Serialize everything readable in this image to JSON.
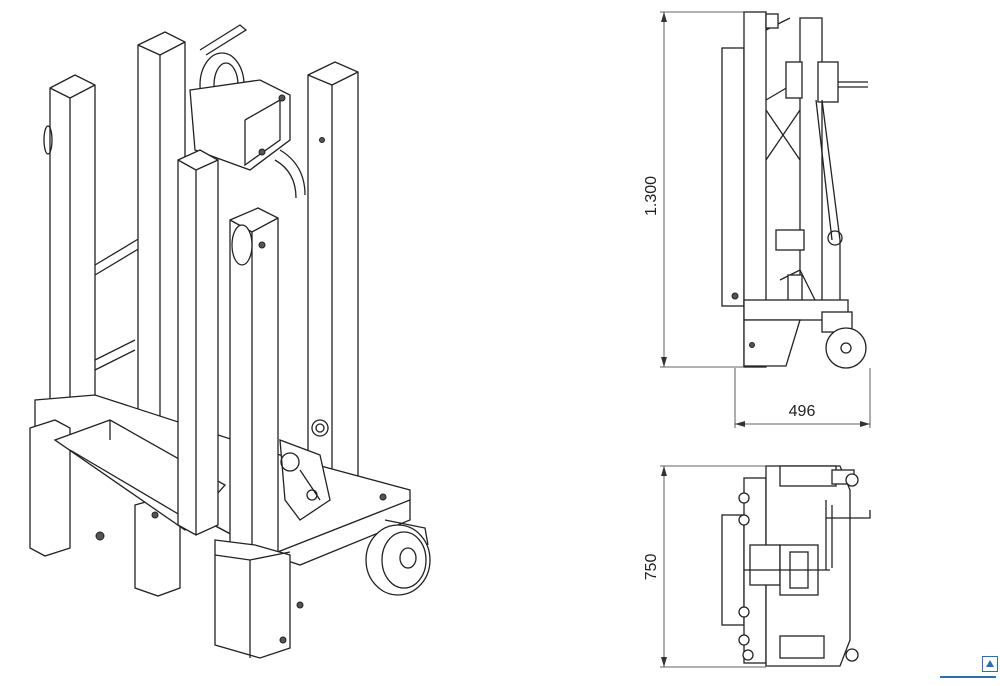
{
  "dimensions": {
    "height": "1.300",
    "depth": "496",
    "width": "750"
  },
  "colors": {
    "line": "#222222",
    "accent": "#2a6fb5"
  },
  "icons": {
    "nav": "scroll-top-icon"
  }
}
